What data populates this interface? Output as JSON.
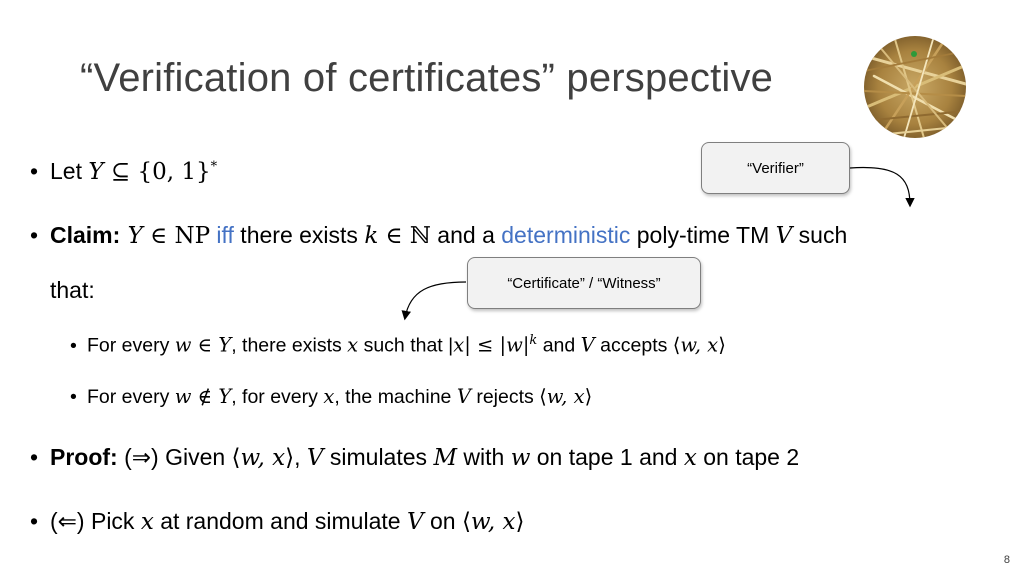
{
  "slide": {
    "title": "“Verification of certificates” perspective",
    "page_number": "8"
  },
  "callouts": {
    "verifier": "“Verifier”",
    "certificate": "“Certificate” / “Witness”"
  },
  "bullets": {
    "b1": {
      "bullet": "•",
      "t1": "Let ",
      "m1": "Y",
      "m2": " ⊆ {0, 1}",
      "sup": "*"
    },
    "b2": {
      "bullet": "•",
      "claim": "Claim:",
      "m1": " Y",
      "m2": " ∈ NP",
      "iff": " iff",
      "t1": " there exists ",
      "m3": "k",
      "m4": " ∈ ℕ",
      "t2": " and a ",
      "deterministic": "deterministic",
      "t3": " poly-time TM ",
      "m5": "V",
      "t4": " such",
      "cont": "that:"
    },
    "sub1": {
      "bullet": "•",
      "t1": "For every ",
      "m1": "w",
      "m2": " ∈ ",
      "m3": "Y",
      "t2": ", there exists ",
      "m4": "x",
      "t3": " such that |",
      "m5": "x",
      "m6": "| ≤ |",
      "m7": "w",
      "m8": "|",
      "sup": "k",
      "t4": " and ",
      "m9": "V",
      "t5": " accepts ⟨",
      "m10": "w, x",
      "t6": "⟩"
    },
    "sub2": {
      "bullet": "•",
      "t1": "For every ",
      "m1": "w",
      "m2": " ∉ ",
      "m3": "Y",
      "t2": ", for every ",
      "m4": "x",
      "t3": ", the machine ",
      "m5": "V",
      "t4": " rejects ⟨",
      "m6": "w, x",
      "t5": "⟩"
    },
    "b3": {
      "bullet": "•",
      "proof": "Proof:",
      "t1": " (⇒) Given ⟨",
      "m1": "w, x",
      "t2": "⟩, ",
      "m2": "V",
      "t3": " simulates ",
      "m3": "M",
      "t4": " with ",
      "m4": "w",
      "t5": " on tape 1 and ",
      "m5": "x",
      "t6": " on tape 2"
    },
    "b4": {
      "bullet": "•",
      "t1": "(⇐) Pick ",
      "m1": "x",
      "t2": " at random and simulate ",
      "m2": "V",
      "t3": " on ⟨",
      "m3": "w, x",
      "t4": "⟩"
    }
  },
  "colors": {
    "title": "#404040",
    "accent_blue": "#4472c4"
  }
}
